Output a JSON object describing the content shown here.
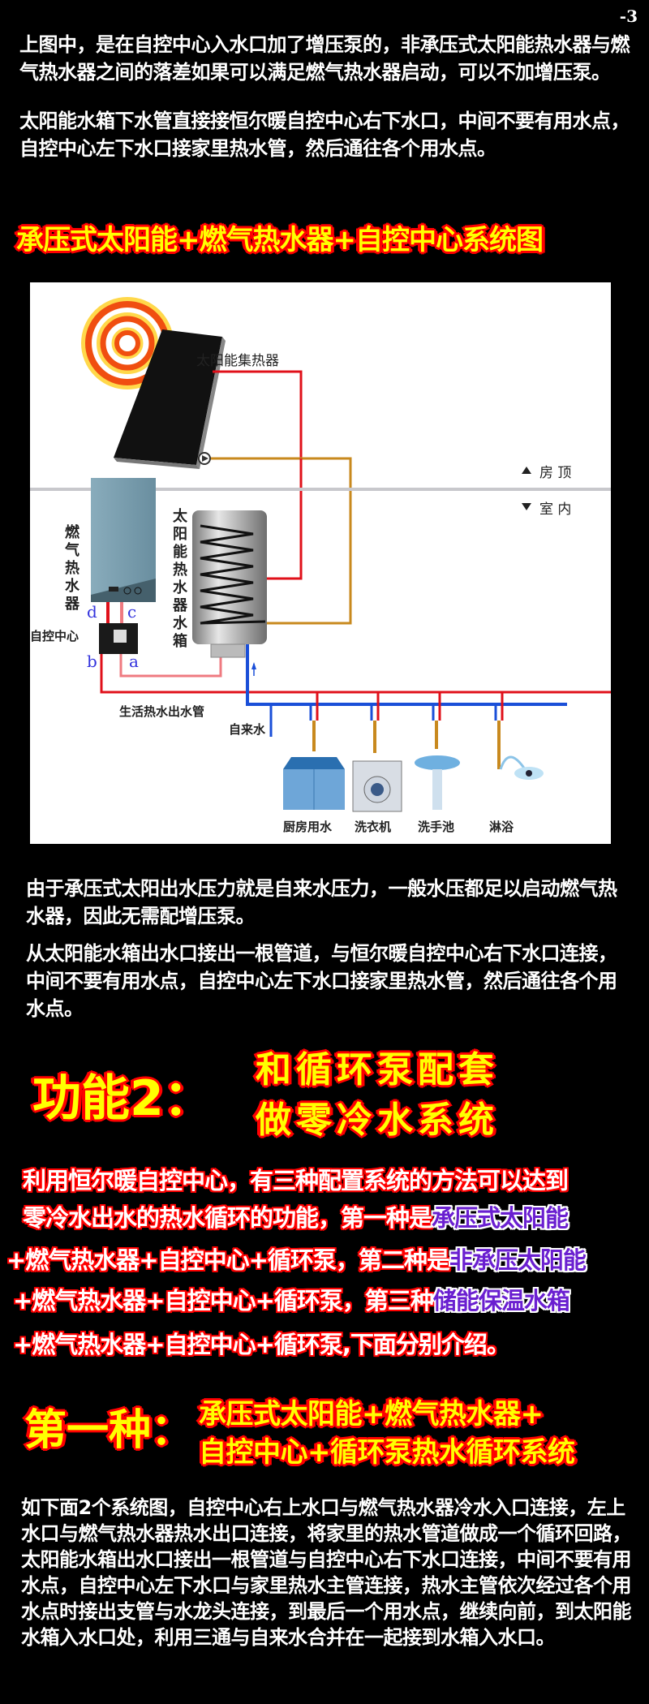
{
  "page_number": "-3",
  "intro": {
    "paragraph1": "上图中，是在自控中心入水口加了增压泵的，非承压式太阳能热水器与燃气热水器之间的落差如果可以满足燃气热水器启动，可以不加增压泵。",
    "paragraph2": "太阳能水箱下水管直接接恒尔暖自控中心右下水口，中间不要有用水点，自控中心左下水口接家里热水管，然后通往各个用水点。"
  },
  "section1": {
    "title": "承压式太阳能+燃气热水器+自控中心系统图"
  },
  "diagram": {
    "labels": {
      "collector": "太阳能集热器",
      "roof": "房 顶",
      "indoor": "室 内",
      "gas_heater": "燃气热水器",
      "solar_tank": "太阳能热水器水箱",
      "control_center": "自控中心",
      "hot_water_pipe": "生活热水出水管",
      "tap_water": "自来水",
      "port_a": "a",
      "port_b": "b",
      "port_c": "c",
      "port_d": "d",
      "fixtures": [
        "厨房用水",
        "洗衣机",
        "洗手池",
        "淋浴"
      ]
    },
    "colors": {
      "hot_pipe": "#e0101a",
      "cold_pipe": "#1a4fd8",
      "loop_pipe": "#c8891e",
      "light_red_pipe": "#ef7a80",
      "roof_line": "#c8c8cc"
    }
  },
  "after_diagram": {
    "paragraph1": "由于承压式太阳出水压力就是自来水压力，一般水压都足以启动燃气热水器，因此无需配增压泵。",
    "paragraph2": "从太阳能水箱出水口接出一根管道，与恒尔暖自控中心右下水口连接，中间不要有用水点，自控中心左下水口接家里热水管，然后通往各个用水点。"
  },
  "function2": {
    "label": "功能2：",
    "line1": "和循环泵配套",
    "line2": "做零冷水系统"
  },
  "methods": {
    "line1": "利用恒尔暖自控中心，有三种配置系统的方法可以达到",
    "line2_a": "零冷水出水的热水循环的功能，第一种是",
    "line2_b": "承压式太阳能",
    "line3_a": "+燃气热水器+自控中心+循环泵，第二种是",
    "line3_b": "非承压太阳能",
    "line4_a": "+燃气热水器+自控中心+循环泵，第三种",
    "line4_b": "储能保温水箱",
    "line5": "+燃气热水器+自控中心+循环泵,下面分别介绍。"
  },
  "first_type": {
    "label": "第一种：",
    "line1": "承压式太阳能+燃气热水器+",
    "line2": "自控中心+循环泵热水循环系统"
  },
  "final_paragraph": "如下面2个系统图，自控中心右上水口与燃气热水器冷水入口连接，左上水口与燃气热水器热水出口连接，将家里的热水管道做成一个循环回路，太阳能水箱出水口接出一根管道与自控中心右下水口连接，中间不要有用水点，自控中心左下水口与家里热水主管连接，热水主管依次经过各个用水点时接出支管与水龙头连接，到最后一个用水点，继续向前，到太阳能水箱入水口处，利用三通与自来水合并在一起接到水箱入水口。",
  "colors": {
    "background": "#000000",
    "heading_fill": "#ffff00",
    "heading_stroke": "#ff0000",
    "highlight_purple": "#6a1fd0"
  }
}
